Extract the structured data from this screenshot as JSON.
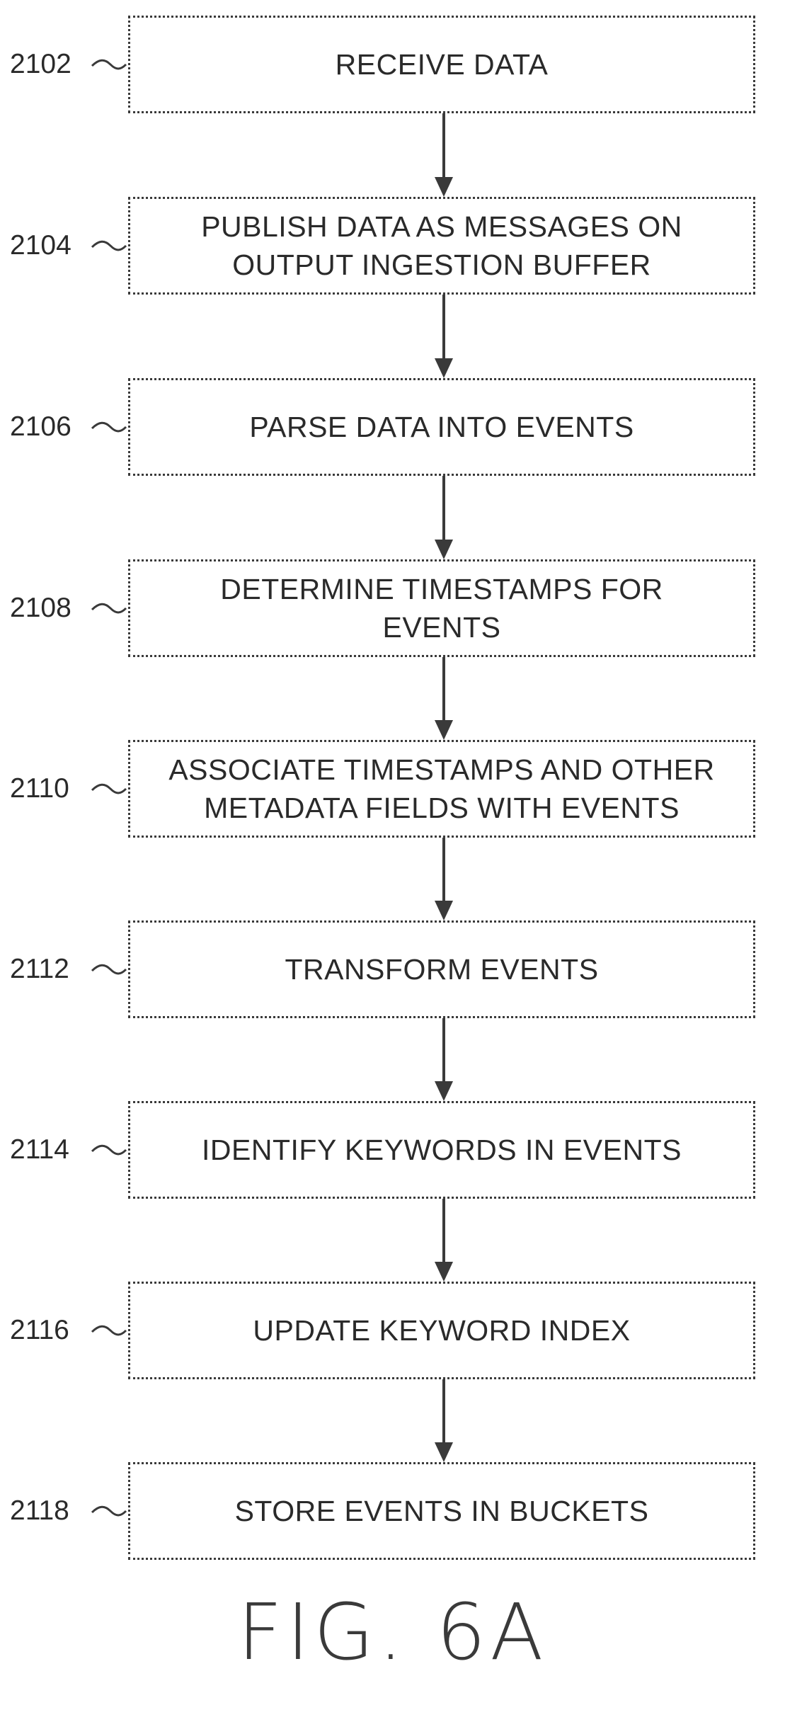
{
  "figure": {
    "title": "FIG. 6A",
    "steps": [
      {
        "ref": "2102",
        "text": "RECEIVE DATA"
      },
      {
        "ref": "2104",
        "text": "PUBLISH DATA AS MESSAGES ON\nOUTPUT INGESTION BUFFER"
      },
      {
        "ref": "2106",
        "text": "PARSE DATA INTO EVENTS"
      },
      {
        "ref": "2108",
        "text": "DETERMINE TIMESTAMPS FOR\nEVENTS"
      },
      {
        "ref": "2110",
        "text": "ASSOCIATE TIMESTAMPS AND OTHER\nMETADATA FIELDS WITH EVENTS"
      },
      {
        "ref": "2112",
        "text": "TRANSFORM EVENTS"
      },
      {
        "ref": "2114",
        "text": "IDENTIFY KEYWORDS IN EVENTS"
      },
      {
        "ref": "2116",
        "text": "UPDATE KEYWORD INDEX"
      },
      {
        "ref": "2118",
        "text": "STORE EVENTS IN BUCKETS"
      }
    ]
  },
  "colors": {
    "line": "#3a3a3a",
    "text": "#2a2a2a",
    "background": "#ffffff"
  }
}
